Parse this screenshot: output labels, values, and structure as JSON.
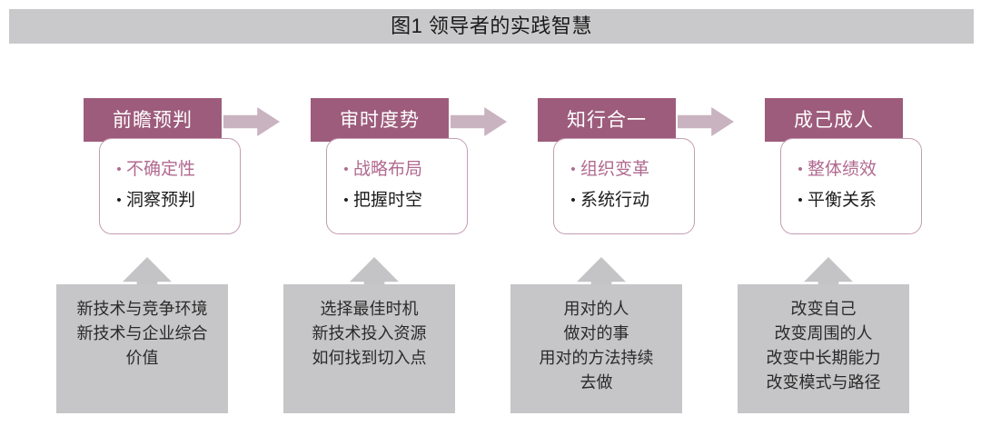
{
  "title": "图1 领导者的实践智慧",
  "colors": {
    "title_band": "#c9c9cb",
    "stage_header": "#9d5c7c",
    "card_border": "#c49cb3",
    "accent_text": "#b06a90",
    "h_arrow": "#c9b3c0",
    "v_arrow": "#c4c4c6",
    "detail_box": "#c6c6c8"
  },
  "stages": [
    {
      "header": "前瞻预判",
      "bullets": [
        {
          "text": "不确定性",
          "style": "accent"
        },
        {
          "text": "洞察预判",
          "style": "plain"
        }
      ],
      "detail_lines": [
        "新技术与竞争环境",
        "新技术与企业综合",
        "价值"
      ]
    },
    {
      "header": "审时度势",
      "bullets": [
        {
          "text": "战略布局",
          "style": "accent"
        },
        {
          "text": "把握时空",
          "style": "plain"
        }
      ],
      "detail_lines": [
        "选择最佳时机",
        "新技术投入资源",
        "如何找到切入点"
      ]
    },
    {
      "header": "知行合一",
      "bullets": [
        {
          "text": "组织变革",
          "style": "accent"
        },
        {
          "text": "系统行动",
          "style": "plain"
        }
      ],
      "detail_lines": [
        "用对的人",
        "做对的事",
        "用对的方法持续",
        "去做"
      ]
    },
    {
      "header": "成己成人",
      "bullets": [
        {
          "text": "整体绩效",
          "style": "accent"
        },
        {
          "text": "平衡关系",
          "style": "plain"
        }
      ],
      "detail_lines": [
        "改变自己",
        "改变周围的人",
        "改变中长期能力",
        "改变模式与路径"
      ]
    }
  ],
  "bullet_glyph": "•",
  "arrows": {
    "horizontal_icon": "right-arrow-icon",
    "vertical_icon": "up-arrow-icon",
    "horizontal_count": 3,
    "vertical_count": 4
  }
}
